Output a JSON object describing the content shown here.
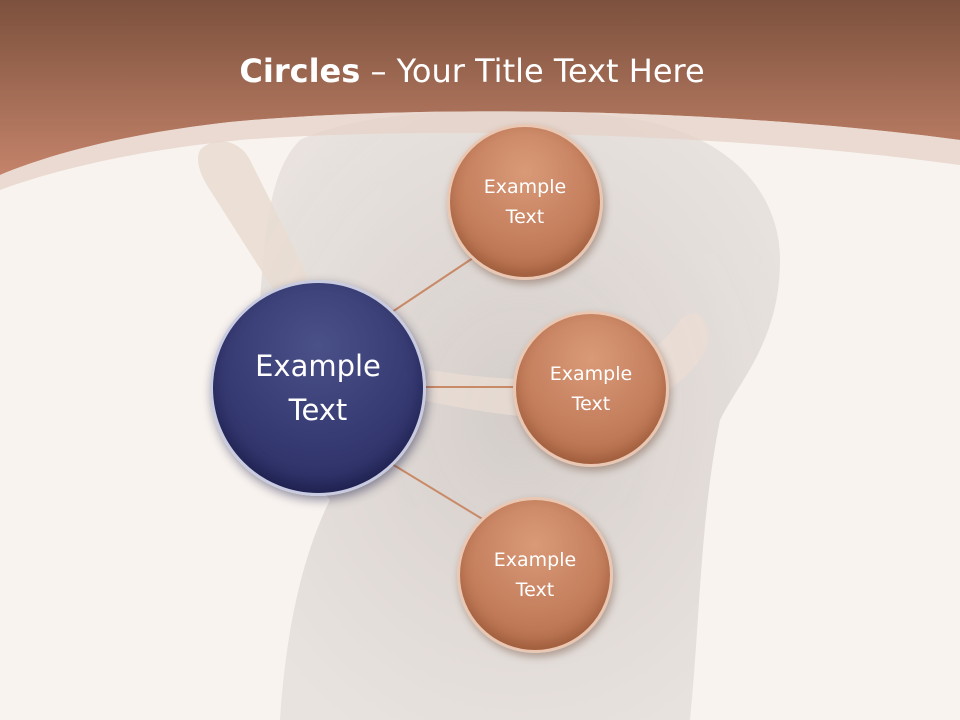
{
  "title": {
    "bold": "Circles",
    "separator": "–",
    "rest": "Your Title Text Here"
  },
  "center_circle": {
    "text": "Example\nText",
    "color": "#363a72"
  },
  "outer_circles": [
    {
      "text": "Example\nText"
    },
    {
      "text": "Example\nText"
    },
    {
      "text": "Example\nText"
    }
  ],
  "colors": {
    "header": "#b5785a",
    "accent": "#c47e5c",
    "background": "#f8f3ef",
    "connector": "#c98a68"
  }
}
